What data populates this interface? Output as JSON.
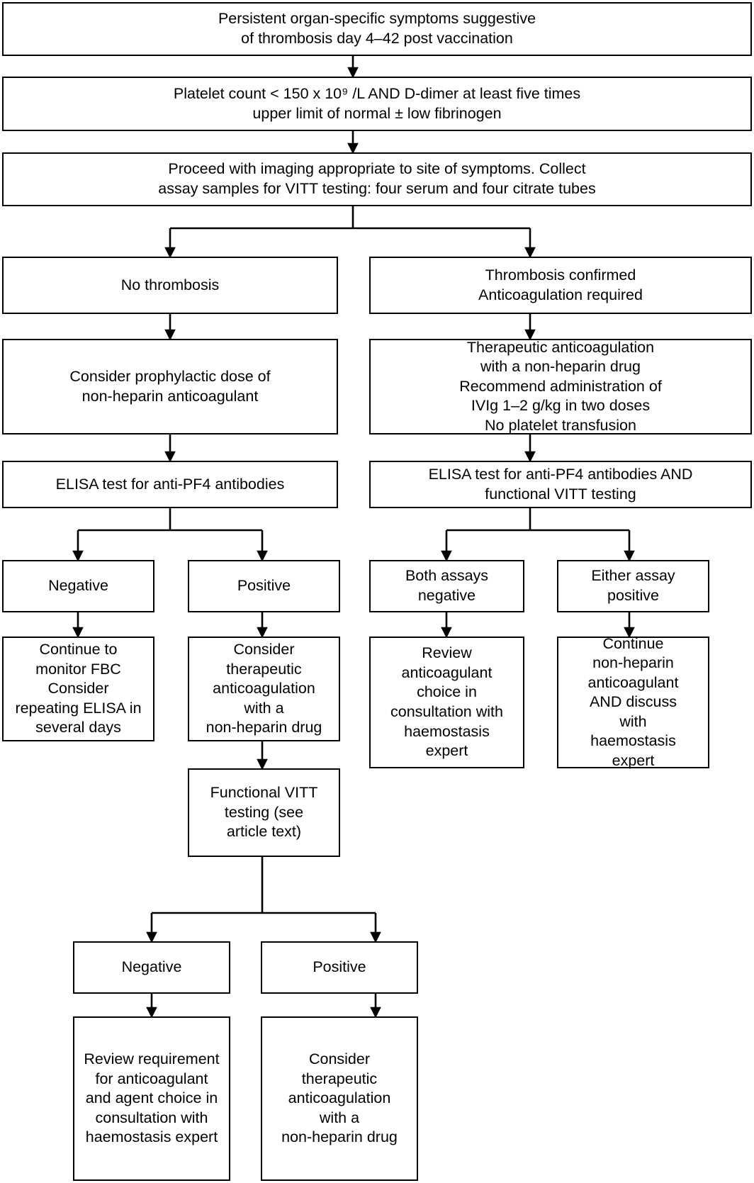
{
  "diagram": {
    "title": "VITT diagnostic and management flowchart",
    "line_color": "#000000",
    "box_fill": "#ffffff",
    "nodes": [
      {
        "id": "symptoms",
        "text": "Persistent organ-specific symptoms suggestive\nof thrombosis day 4–42 post vaccination"
      },
      {
        "id": "platelet",
        "text": "Platelet count < 150 x 10⁹ /L AND D-dimer at least five times\nupper limit of normal ± low fibrinogen"
      },
      {
        "id": "imaging",
        "text": "Proceed with imaging appropriate to site of symptoms. Collect\nassay samples for VITT testing: four serum and four citrate tubes"
      },
      {
        "id": "no-thrombosis",
        "text": "No thrombosis"
      },
      {
        "id": "thrombosis-confirmed",
        "text": "Thrombosis confirmed\nAnticoagulation required"
      },
      {
        "id": "prophylactic",
        "text": "Consider prophylactic dose of\nnon-heparin anticoagulant"
      },
      {
        "id": "therapeutic-anticoag",
        "text": "Therapeutic anticoagulation\nwith a non-heparin drug\nRecommend administration of\nIVIg 1–2 g/kg in two doses\nNo platelet transfusion"
      },
      {
        "id": "elisa-left",
        "text": "ELISA test for anti-PF4 antibodies"
      },
      {
        "id": "elisa-right",
        "text": "ELISA test for anti-PF4 antibodies AND\nfunctional VITT testing"
      },
      {
        "id": "elisa-negative",
        "text": "Negative"
      },
      {
        "id": "elisa-positive",
        "text": "Positive"
      },
      {
        "id": "both-assays-negative",
        "text": "Both assays\nnegative"
      },
      {
        "id": "either-assay-positive",
        "text": "Either assay\npositive"
      },
      {
        "id": "monitor-fbc",
        "text": "Continue to\nmonitor FBC\nConsider\nrepeating ELISA in\nseveral days"
      },
      {
        "id": "consider-therapeutic-1",
        "text": "Consider\ntherapeutic\nanticoagulation\nwith a\nnon-heparin drug"
      },
      {
        "id": "review-anticoag-choice",
        "text": "Review\nanticoagulant\nchoice in\nconsultation with\nhaemostasis\nexpert"
      },
      {
        "id": "continue-non-heparin",
        "text": "Continue\nnon-heparin\nanticoagulant\nAND discuss\nwith\nhaemostasis\nexpert"
      },
      {
        "id": "functional-vitt",
        "text": "Functional VITT\ntesting (see\narticle text)"
      },
      {
        "id": "vitt-negative",
        "text": "Negative"
      },
      {
        "id": "vitt-positive",
        "text": "Positive"
      },
      {
        "id": "review-requirement",
        "text": "Review requirement\nfor anticoagulant\nand agent choice in\nconsultation with\nhaemostasis expert"
      },
      {
        "id": "consider-therapeutic-2",
        "text": "Consider\ntherapeutic\nanticoagulation\nwith a\nnon-heparin drug"
      }
    ]
  }
}
